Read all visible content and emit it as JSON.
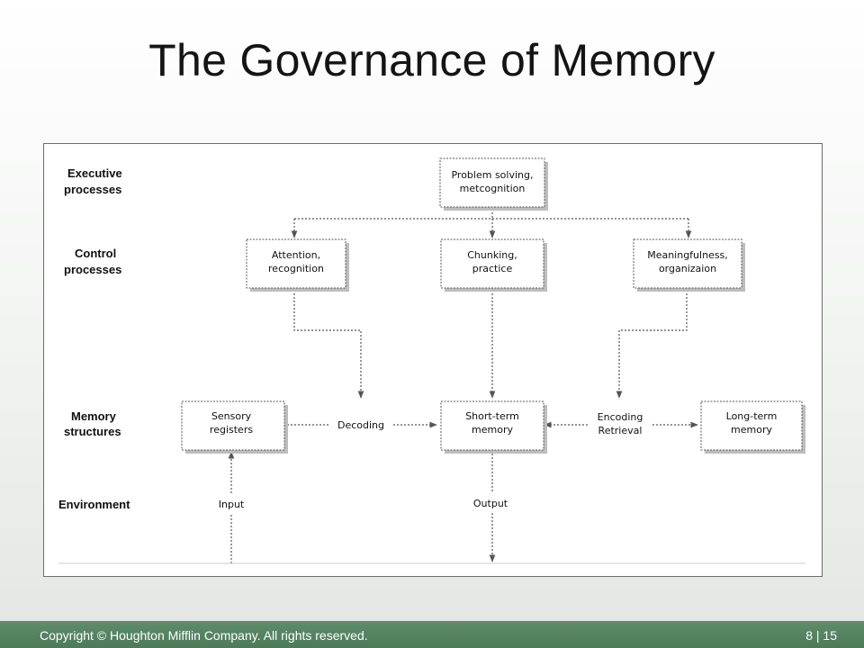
{
  "slide": {
    "title": "The Governance of Memory"
  },
  "diagram": {
    "rows": {
      "executive": [
        "Executive",
        "processes"
      ],
      "control": [
        "Control",
        "processes"
      ],
      "memory": [
        "Memory",
        "structures"
      ],
      "environment": [
        "Environment"
      ]
    },
    "boxes": {
      "problem_solving": [
        "Problem solving,",
        "metcognition"
      ],
      "attention": [
        "Attention,",
        "recognition"
      ],
      "chunking": [
        "Chunking,",
        "practice"
      ],
      "meaningfulness": [
        "Meaningfulness,",
        "organizaion"
      ],
      "sensory": [
        "Sensory",
        "registers"
      ],
      "short_term": [
        "Short-term",
        "memory"
      ],
      "long_term": [
        "Long-term",
        "memory"
      ]
    },
    "flows": {
      "decoding": "Decoding",
      "encoding": "Encoding",
      "retrieval": "Retrieval",
      "input": "Input",
      "output": "Output"
    }
  },
  "footer": {
    "copyright": "Copyright © Houghton Mifflin Company. All rights reserved.",
    "page": "8 | 15"
  },
  "colors": {
    "footer_bar": "#4d7a59",
    "diagram_line": "#444444"
  }
}
